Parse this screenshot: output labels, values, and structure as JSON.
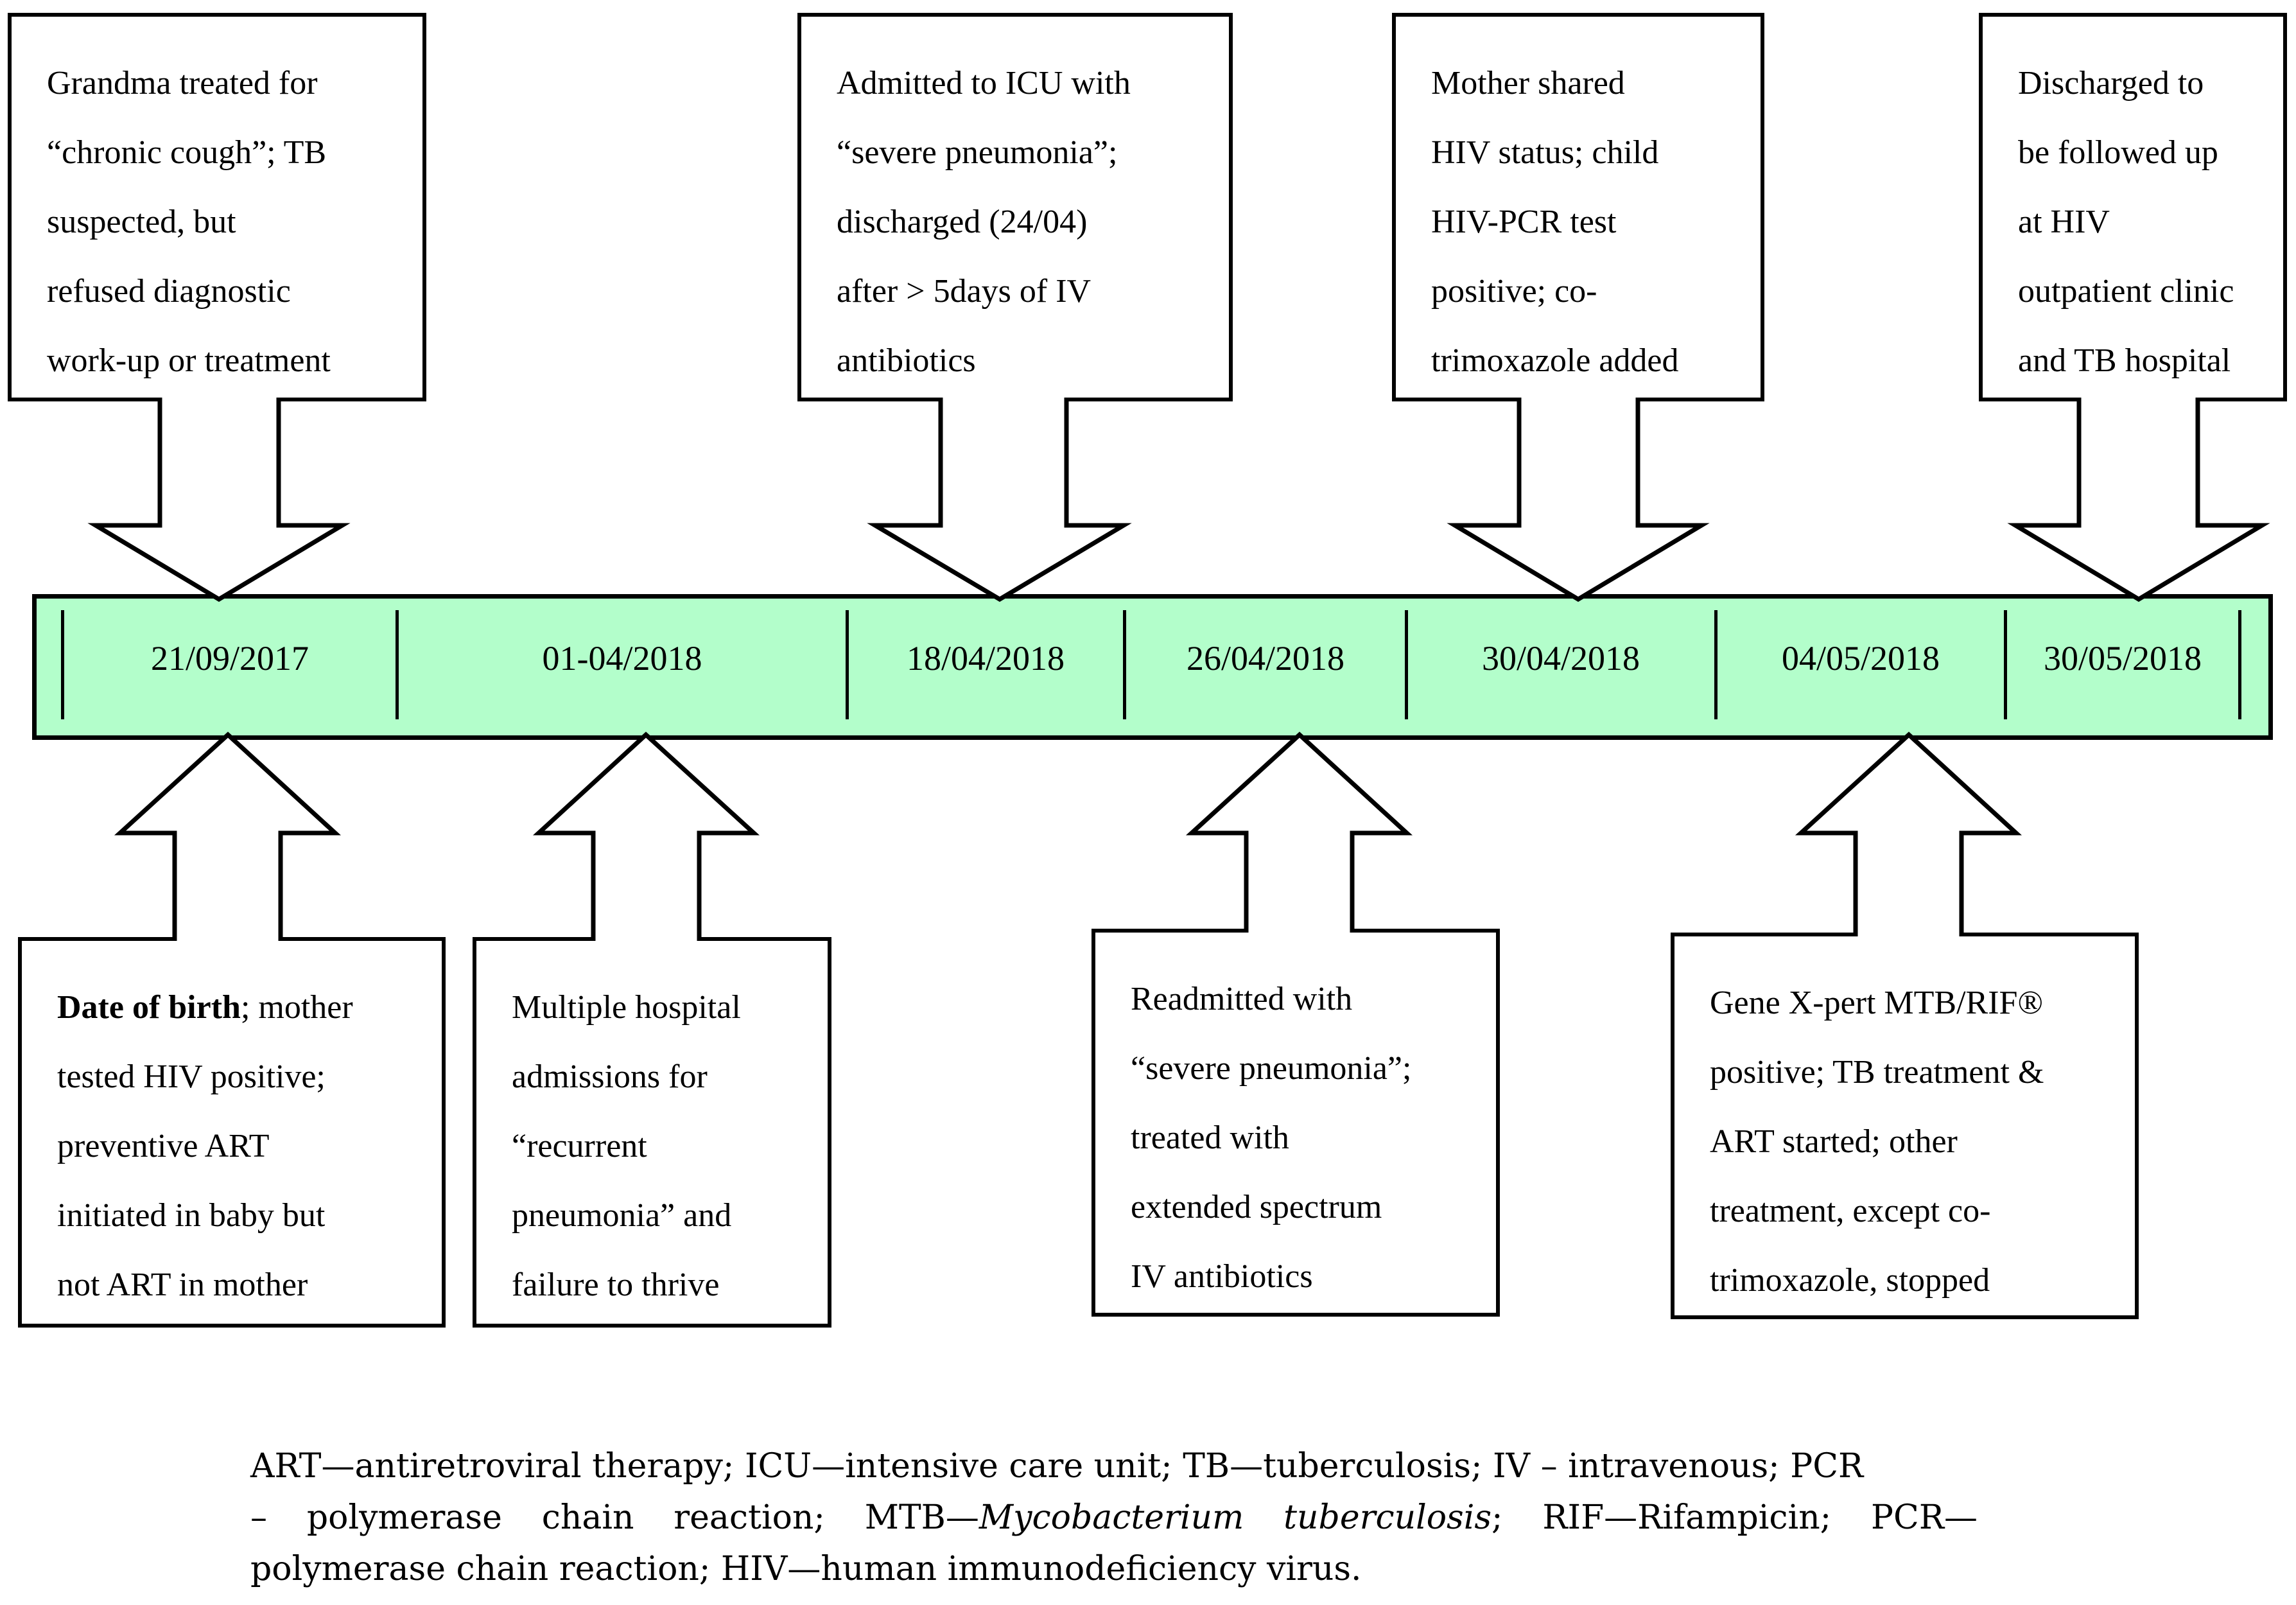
{
  "figure": {
    "description": "Clinical case timeline with event boxes above and below a dated bar"
  },
  "top_boxes": [
    {
      "lines": [
        "Grandma treated for",
        "“chronic cough”; TB",
        "suspected, but",
        "refused diagnostic",
        "work-up or treatment"
      ]
    },
    {
      "lines": [
        "Admitted to ICU with",
        "“severe pneumonia”;",
        "discharged (24/04)",
        "after > 5days of IV",
        "antibiotics"
      ]
    },
    {
      "lines": [
        "Mother shared",
        "HIV status; child",
        "HIV-PCR test",
        "positive; co-",
        "trimoxazole added"
      ]
    },
    {
      "lines": [
        "Discharged to",
        "be followed up",
        "at HIV",
        "outpatient clinic",
        "and TB hospital"
      ]
    }
  ],
  "bottom_boxes": [
    {
      "line1": {
        "bold": "Date of birth",
        "rest": "; mother"
      },
      "lines": [
        "tested HIV positive;",
        "preventive ART",
        "initiated in baby but",
        "not ART in mother"
      ]
    },
    {
      "lines": [
        "Multiple hospital",
        "admissions for",
        "“recurrent",
        "pneumonia” and",
        "failure to thrive"
      ]
    },
    {
      "lines": [
        "Readmitted with",
        "“severe pneumonia”;",
        "treated with",
        "extended spectrum",
        "IV antibiotics"
      ]
    },
    {
      "lines": [
        "Gene X-pert MTB/RIF®",
        "positive; TB treatment &",
        "ART started; other",
        "treatment, except co-",
        "trimoxazole, stopped"
      ]
    }
  ],
  "timeline": {
    "bar_color": "#b3fecb",
    "dates": [
      "21/09/2017",
      "01-04/2018",
      "18/04/2018",
      "26/04/2018",
      "30/04/2018",
      "04/05/2018",
      "30/05/2018"
    ]
  },
  "legend": {
    "line1": "ART—antiretroviral therapy; ICU—intensive care unit; TB—tuberculosis; IV – intravenous; PCR",
    "line2_pre": "– polymerase chain reaction; MTB—",
    "line2_italic": "Mycobacterium tuberculosis",
    "line2_post": "; RIF—Rifampicin; PCR—",
    "line3": "polymerase chain reaction; HIV—human immunodeficiency virus."
  }
}
